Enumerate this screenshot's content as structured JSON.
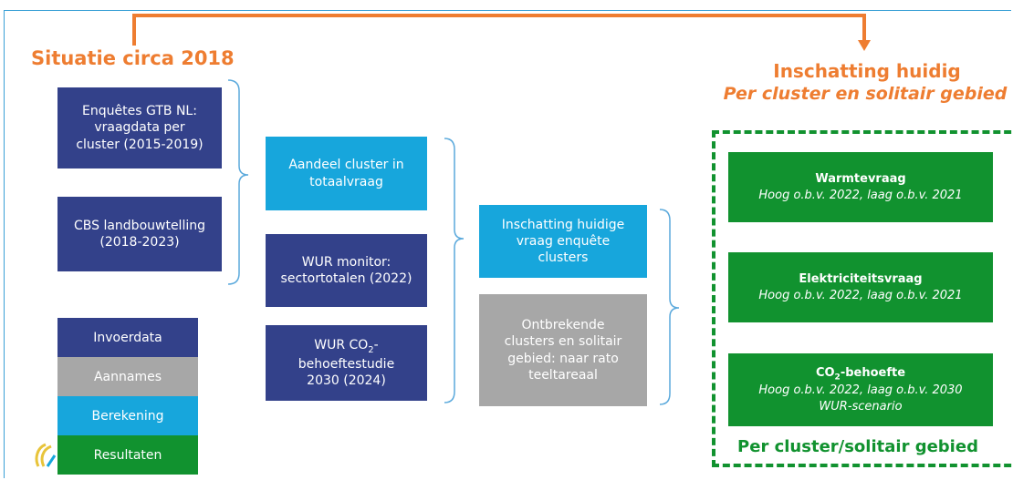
{
  "headings": {
    "left": "Situatie circa 2018",
    "right_title": "Inschatting huidig",
    "right_subtitle": "Per cluster en solitair gebied",
    "footer": "Per cluster/solitair gebied"
  },
  "input_boxes": {
    "enquetes": [
      "Enquêtes GTB NL:",
      "vraagdata per",
      "cluster (2015-2019)"
    ],
    "cbs": [
      "CBS landbouwtelling",
      "(2018-2023)"
    ],
    "wur_monitor": [
      "WUR monitor:",
      "sectortotalen (2022)"
    ],
    "wur_co2": {
      "line1": "WUR CO",
      "sub": "2",
      "line1_end": "-",
      "line2": "behoeftestudie",
      "line3": "2030 (2024)"
    }
  },
  "calc_boxes": {
    "aandeel": [
      "Aandeel cluster in",
      "totaalvraag"
    ],
    "inschatting": [
      "Inschatting huidige",
      "vraag enquête",
      "clusters"
    ]
  },
  "assumption_box": [
    "Ontbrekende",
    "clusters en solitair",
    "gebied: naar rato",
    "teeltareaal"
  ],
  "results": [
    {
      "title": "Warmtevraag",
      "subtitle": "Hoog o.b.v. 2022, laag o.b.v. 2021"
    },
    {
      "title": "Elektriciteitsvraag",
      "subtitle": "Hoog o.b.v. 2022, laag o.b.v. 2021"
    },
    {
      "title_pre": "CO",
      "title_sub": "2",
      "title_post": "-behoefte",
      "subtitle": "Hoog o.b.v. 2022, laag o.b.v. 2030",
      "subtitle2": "WUR-scenario"
    }
  ],
  "legend": [
    {
      "label": "Invoerdata",
      "color": "#33418a"
    },
    {
      "label": "Aannames",
      "color": "#a7a7a7"
    },
    {
      "label": "Berekening",
      "color": "#17a6dc"
    },
    {
      "label": "Resultaten",
      "color": "#11922f"
    }
  ],
  "colors": {
    "accent_orange": "#ee7d31",
    "frame_blue": "#3aa0d6",
    "bracket_blue": "#5aa9dc"
  }
}
